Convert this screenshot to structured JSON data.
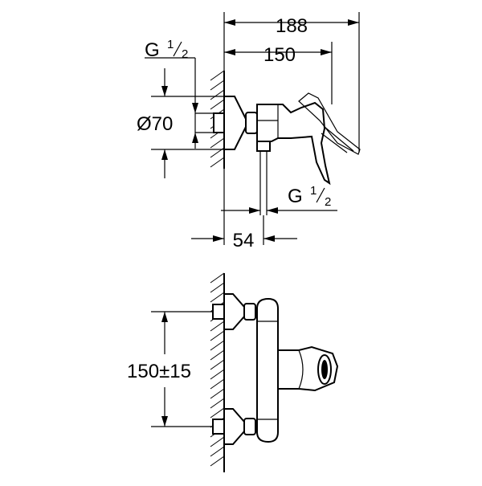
{
  "dimensions": {
    "overall_depth": "188",
    "body_depth": "150",
    "inlet_thread": "G",
    "inlet_thread_fraction_num": "1",
    "inlet_thread_fraction_den": "2",
    "flange_diameter": "Ø70",
    "outlet_thread": "G",
    "outlet_thread_fraction_num": "1",
    "outlet_thread_fraction_den": "2",
    "outlet_offset": "54",
    "inlet_spacing": "150±15"
  }
}
